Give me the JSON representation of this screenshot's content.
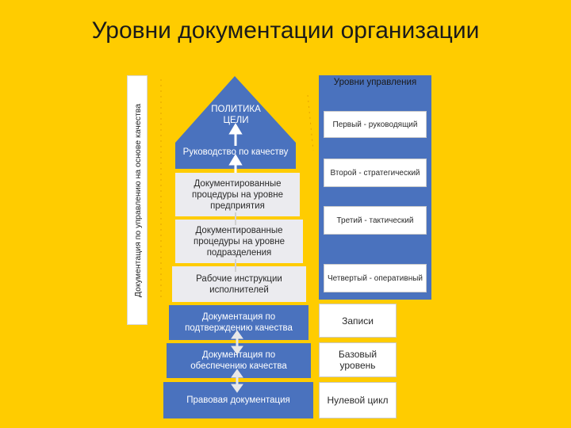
{
  "title": "Уровни документации организации",
  "side_label": "Документация по управлению на основе качества",
  "pyramid": {
    "roof": {
      "line1": "ПОЛИТИКА",
      "line2": "ЦЕЛИ"
    },
    "blocks": [
      {
        "line1": "Руководство по качеству",
        "line2": ""
      },
      {
        "line1": "Документированные",
        "line2": "процедуры на уровне",
        "line3": "предприятия"
      },
      {
        "line1": "Документированные",
        "line2": "процедуры на уровне",
        "line3": "подразделения"
      },
      {
        "line1": "Рабочие инструкции",
        "line2": "исполнителей"
      },
      {
        "line1": "Документация по",
        "line2": "подтверждению качества"
      },
      {
        "line1": "Документация по",
        "line2": "обеспечению качества"
      },
      {
        "line1": "Правовая документация"
      }
    ]
  },
  "levels_panel": {
    "title": "Уровни управления",
    "items": [
      "Первый - руководящий",
      "Второй - стратегический",
      "Третий - тактический",
      "Четвертый - оперативный"
    ]
  },
  "right_boxes": [
    {
      "line1": "Записи"
    },
    {
      "line1": "Базовый",
      "line2": "уровень"
    },
    {
      "line1": "Нулевой цикл"
    }
  ],
  "colors": {
    "background": "#FFCC00",
    "blue": "#4A72BE",
    "grey": "#EBEBEF"
  }
}
